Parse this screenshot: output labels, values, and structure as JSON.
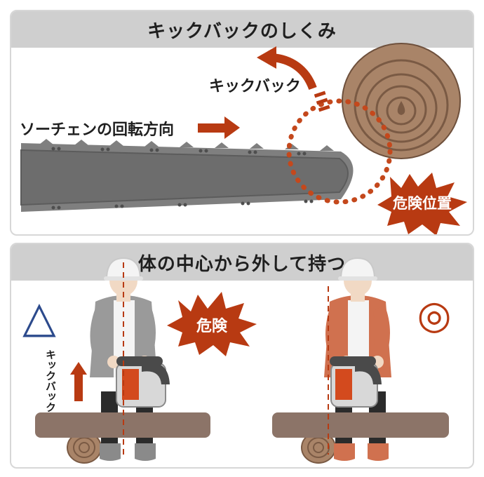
{
  "top_panel": {
    "title": "キックバックのしくみ",
    "kickback_label": "キックバック",
    "rotation_label": "ソーチェンの回転方向",
    "danger_zone_label": "危険位置"
  },
  "bottom_panel": {
    "title": "体の中心から外して持つ",
    "danger_label": "危険",
    "kickback_vertical": "キックバック",
    "bad_mark": "△",
    "good_mark": "◎"
  },
  "colors": {
    "accent_red": "#b83a12",
    "dot_red": "#c4481c",
    "bar_gray": "#6d6d6d",
    "chain_gray": "#7f7f7f",
    "wood": "#a98468",
    "wood_line": "#7a5a44",
    "log": "#8c7468",
    "triangle_blue": "#2c4a8c",
    "header_gray": "#cfcfcf",
    "jacket_gray": "#9a9a9a",
    "jacket_orange": "#d0714f"
  }
}
